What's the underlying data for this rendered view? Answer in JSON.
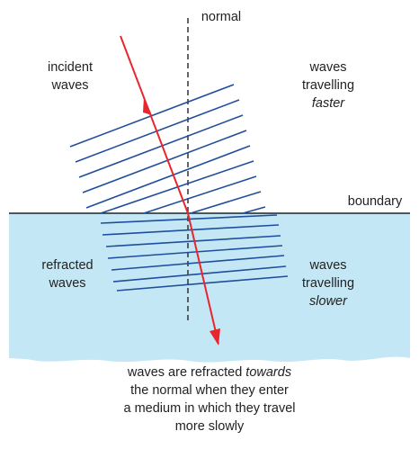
{
  "labels": {
    "normal": "normal",
    "incident_line1": "incident",
    "incident_line2": "waves",
    "faster_line1": "waves",
    "faster_line2": "travelling",
    "faster_line3": "faster",
    "boundary": "boundary",
    "refracted_line1": "refracted",
    "refracted_line2": "waves",
    "slower_line1": "waves",
    "slower_line2": "travelling",
    "slower_line3": "slower"
  },
  "caption": {
    "part1": "waves are refracted ",
    "part1_italic": "towards",
    "line2": "the normal when they enter",
    "line3": "a medium in which they travel",
    "line4": "more slowly"
  },
  "colors": {
    "water": "#c3e7f5",
    "ray": "#e8262e",
    "wavefront": "#1f4e9c",
    "line": "#222222"
  },
  "icons": {
    "ray_head": "arrowhead-icon"
  }
}
